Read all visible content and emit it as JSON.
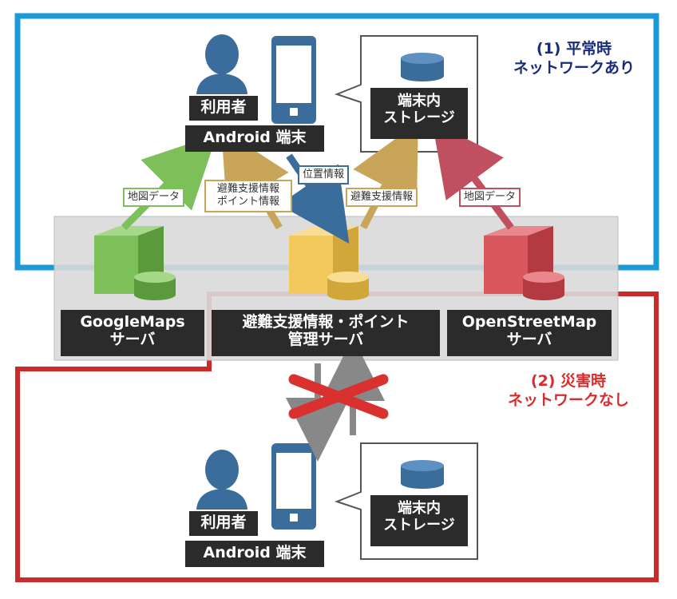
{
  "scenarios": {
    "normal": {
      "number": "(1) 平常時",
      "condition": "ネットワークあり",
      "color": "#1a2b7a",
      "frame_color": "#1a9ad6"
    },
    "disaster": {
      "number": "(2) 災害時",
      "condition": "ネットワークなし",
      "color": "#d92b2b",
      "frame_color": "#cc2a2a"
    }
  },
  "client": {
    "user_label": "利用者",
    "device_label": "Android 端末",
    "storage_label": "端末内\nストレージ"
  },
  "servers": {
    "google": {
      "label": "GoogleMaps\nサーバ",
      "color": "#7dc05a"
    },
    "evac": {
      "label": "避難支援情報・ポイント\n管理サーバ",
      "color": "#f2c95a"
    },
    "osm": {
      "label": "OpenStreetMap\nサーバ",
      "color": "#d8585e"
    }
  },
  "flows": {
    "map_data_google": "地図データ",
    "evac_point_info": "避難支援情報\nポイント情報",
    "location_info": "位置情報",
    "evac_info_storage": "避難支援情報",
    "map_data_osm": "地図データ"
  },
  "colors": {
    "person": "#3b6d9c",
    "phone": "#3b6d9c",
    "db": "#3b6d9c",
    "cross": "#d93030",
    "server_panel": "#dcdcdc"
  }
}
